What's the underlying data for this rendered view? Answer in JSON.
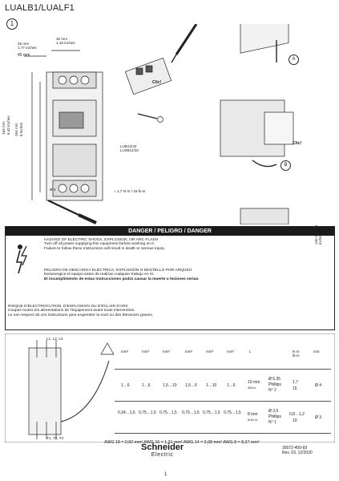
{
  "header": {
    "title": "LUALB1/LUALF1",
    "step_number": "1"
  },
  "dimensions": {
    "width_1": "45 mm",
    "width_1_in": "1.77 inches",
    "width_2": "30 mm",
    "width_2_in": "1.18 inches",
    "height_1": "163 mm",
    "height_1_in": "6.42 inches",
    "height_2": "154 mm",
    "height_2_in": "6 inches",
    "hole": "Ø 4",
    "right_height": "140 mm",
    "right_height_in": "5.5 inches"
  },
  "callouts": {
    "clic_1": "Clic!",
    "clic_2": "Clic!",
    "part_1": "LUB12/32",
    "part_2": "LU2B12/32",
    "torque": "= 1,7 N·m / 15 lb-in",
    "label_a": "A",
    "label_b": "B"
  },
  "danger": {
    "header": "DANGER / PELIGRO / DANGER",
    "en_title": "HAZARD OF ELECTRIC SHOCK, EXPLOSION, OR ARC FLASH",
    "en_body": "Turn off all power supplying this equipment before working on it.",
    "en_warn": "Failure to follow these instructions will result in death or serious injury.",
    "es_title": "PELIGRO DE DESCARGA ELÉCTRICA, EXPLOSIÓN O DESTELLO POR ARQUEO",
    "es_body": "Desenergice el equipo antes de realizar cualquier trabajo en él.",
    "es_warn": "El incumplimiento de estas instrucciones podrá causar la muerte o lesiones serias.",
    "fr_title": "RISQUE D'ÉLECTROCUTION, D'EXPLOSION OU D'ÉCLAIR D'ARC",
    "fr_body": "Coupez toutes les alimentations de l'équipement avant toute intervention.",
    "fr_warn": "Le non-respect de ces instructions peut engendrer la mort ou des blessures graves."
  },
  "wiring": {
    "top_terminals": "L1, L2, L3",
    "bottom_terminals": "T1, T2, T3",
    "units": [
      "mm²",
      "mm²",
      "mm²",
      "mm²",
      "mm²",
      "mm²"
    ],
    "strip_label": "L",
    "row1": [
      "1…6",
      "1…6",
      "1,5…10",
      "1,5…6",
      "1…10",
      "1…6"
    ],
    "row2": [
      "0,34…1,5",
      "0,75…1,5",
      "0,75…1,5",
      "0,75…1,5",
      "0,75…1,5",
      "0,75…1,5"
    ],
    "strip_1": "10 mm",
    "strip_1_in": "3/8 in.",
    "strip_2": "8 mm",
    "strip_2_in": "5/16 in.",
    "driver_1": "Ø 6,35",
    "driver_1b": "Phillips",
    "driver_1c": "N° 2",
    "driver_2": "Ø 3,5",
    "driver_2b": "Phillips",
    "driver_2c": "N° 1",
    "torque_head": "N·m",
    "torque_head2": "lb-in",
    "torque_1": "1,7",
    "torque_1b": "15",
    "torque_2": "0,8…1,2",
    "torque_2b": "10",
    "dia_head": "mm",
    "dia_1": "Ø 4",
    "dia_2": "Ø 3",
    "awg": "AWG 18 = 0,82 mm²   AWG 16 = 1,31 mm²   AWG 14 = 2,08 mm²   AWG 8 = 8,37 mm²"
  },
  "footer": {
    "brand_1": "Schneider",
    "brand_2": "Electric",
    "doc_number": "30072-450-69",
    "revision": "Rev. 03, 12/2020",
    "page": "1"
  },
  "colors": {
    "ink": "#1a1a1a",
    "grey": "#c8c8c8",
    "brand_green": "#3dcd58"
  }
}
